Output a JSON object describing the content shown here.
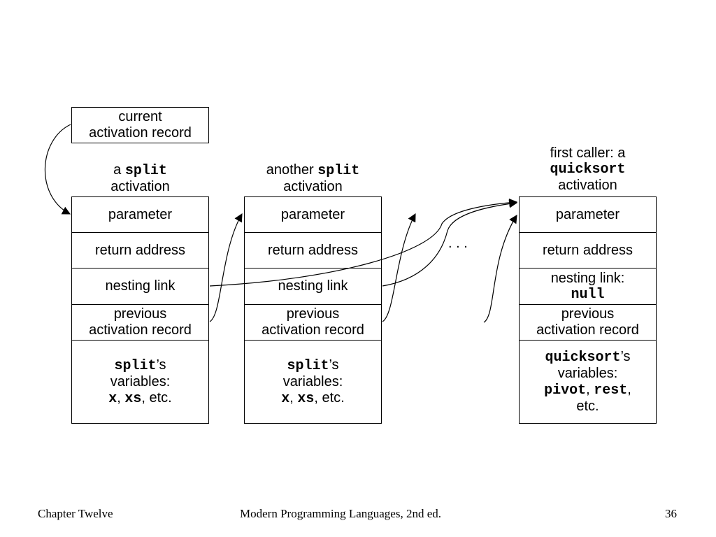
{
  "current_box": {
    "line1": "current",
    "line2": "activation record"
  },
  "columns": [
    {
      "heading": {
        "prefix": "a",
        "code": "split",
        "suffix": "activation"
      },
      "cells": {
        "parameter": "parameter",
        "return_address": "return address",
        "nesting_link": "nesting link",
        "previous_line1": "previous",
        "previous_line2": "activation record",
        "vars_code": "split",
        "vars_possessive": "’s",
        "vars_label": "variables:",
        "vars_x": "x",
        "vars_sep1": ",",
        "vars_xs": "xs",
        "vars_etc": ", etc."
      }
    },
    {
      "heading": {
        "prefix": "another",
        "code": "split",
        "suffix": "activation"
      },
      "cells": {
        "parameter": "parameter",
        "return_address": "return address",
        "nesting_link": "nesting link",
        "previous_line1": "previous",
        "previous_line2": "activation record",
        "vars_code": "split",
        "vars_possessive": "’s",
        "vars_label": "variables:",
        "vars_x": "x",
        "vars_sep1": ",",
        "vars_xs": "xs",
        "vars_etc": ", etc."
      }
    },
    {
      "heading": {
        "prefix": "first caller: a",
        "code": "quicksort",
        "suffix": "activation"
      },
      "cells": {
        "parameter": "parameter",
        "return_address": "return address",
        "nesting_line1": "nesting link:",
        "nesting_code": "null",
        "previous_line1": "previous",
        "previous_line2": "activation record",
        "vars_code": "quicksort",
        "vars_possessive": "’s",
        "vars_label": "variables:",
        "vars_pivot": "pivot",
        "vars_sep1": ",",
        "vars_rest": "rest",
        "vars_sep2": ",",
        "vars_etc": "etc."
      }
    }
  ],
  "ellipsis": ". . .",
  "footer": {
    "left": "Chapter Twelve",
    "center": "Modern Programming Languages, 2nd ed.",
    "right": "36"
  }
}
